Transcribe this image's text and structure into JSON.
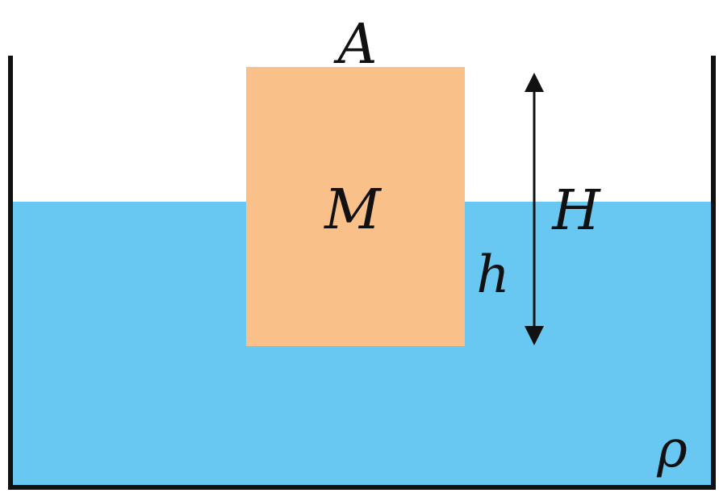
{
  "labels": {
    "area": "A",
    "mass": "M",
    "block_height": "H",
    "submerged_depth": "h",
    "fluid_density": "ρ"
  },
  "colors": {
    "water": "#68C8F2",
    "block": "#F9C08A",
    "container": "#111111",
    "arrow": "#111111",
    "background": "#FFFFFF"
  }
}
